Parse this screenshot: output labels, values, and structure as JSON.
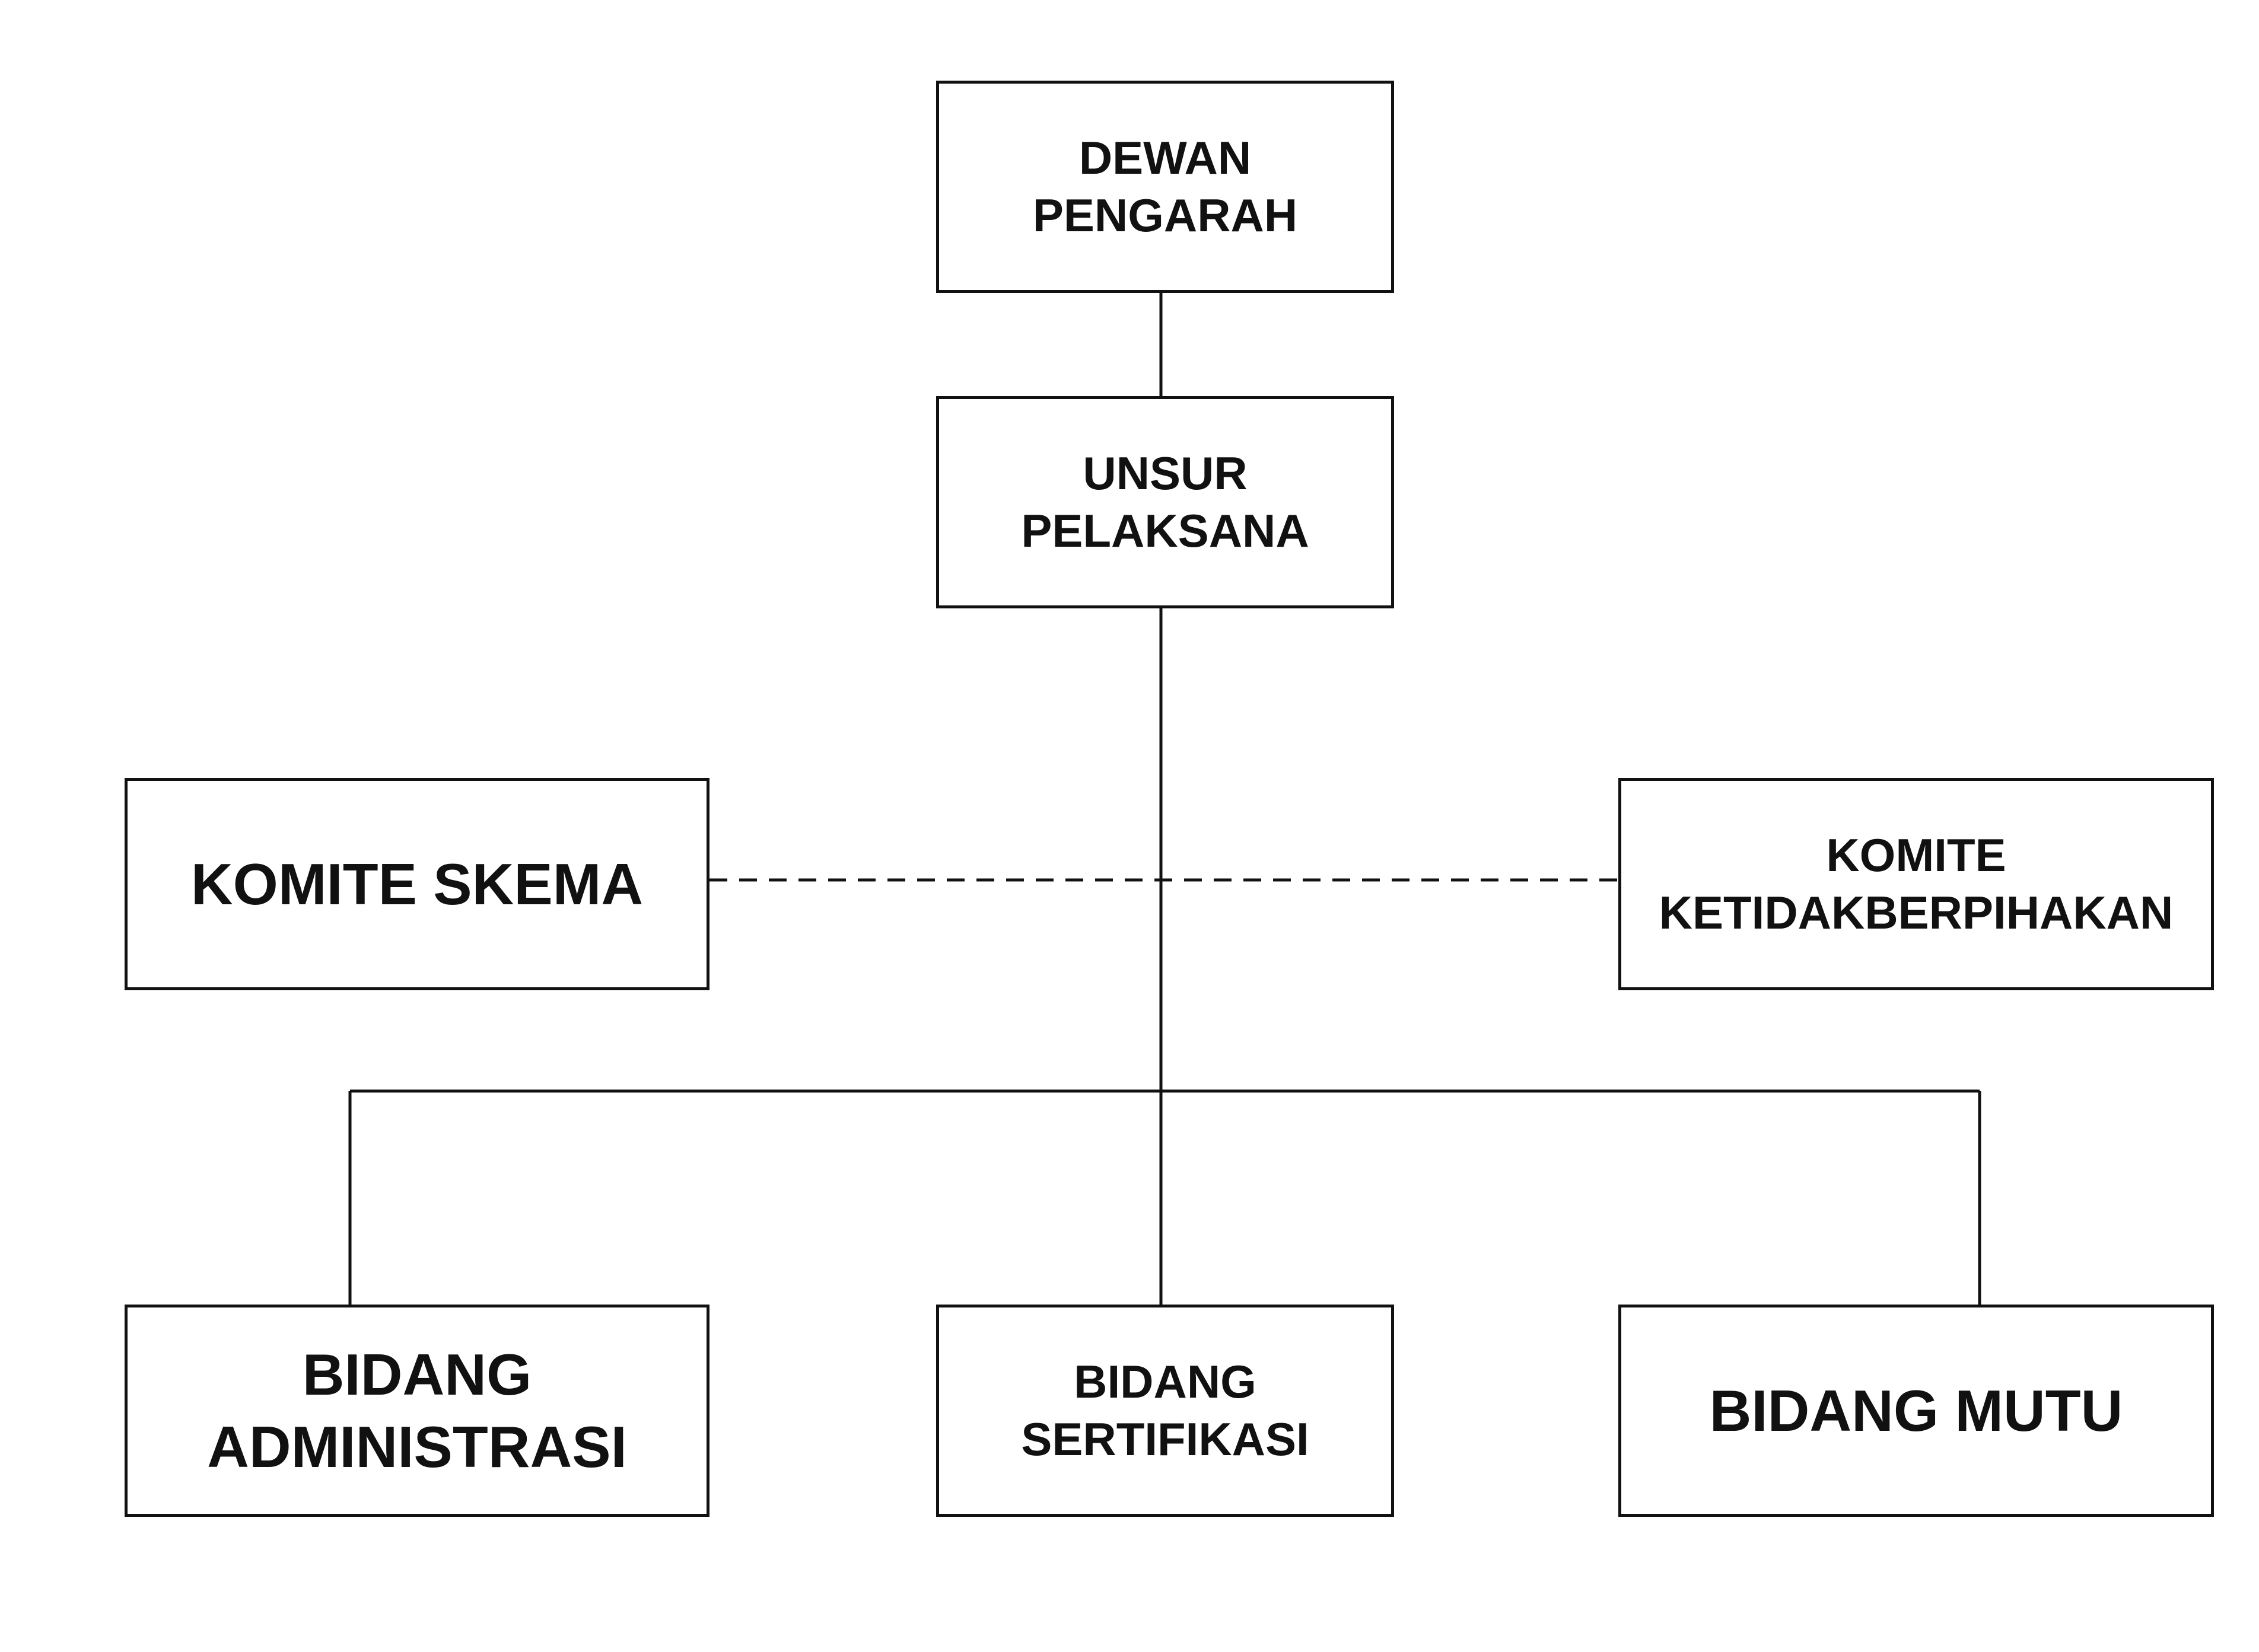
{
  "diagram": {
    "nodes": {
      "dewan_pengarah": "DEWAN\nPENGARAH",
      "unsur_pelaksana": "UNSUR\nPELAKSANA",
      "komite_skema": "KOMITE SKEMA",
      "komite_ketidakberpihakan": "KOMITE\nKETIDAKBERPIHAKAN",
      "bidang_administrasi": "BIDANG\nADMINISTRASI",
      "bidang_sertifikasi": "BIDANG\nSERTIFIKASI",
      "bidang_mutu": "BIDANG MUTU"
    },
    "edges": [
      {
        "from": "dewan_pengarah",
        "to": "unsur_pelaksana",
        "style": "solid"
      },
      {
        "from": "unsur_pelaksana",
        "to": "bidang_administrasi",
        "style": "solid"
      },
      {
        "from": "unsur_pelaksana",
        "to": "bidang_sertifikasi",
        "style": "solid"
      },
      {
        "from": "unsur_pelaksana",
        "to": "bidang_mutu",
        "style": "solid"
      },
      {
        "from": "komite_skema",
        "to": "komite_ketidakberpihakan",
        "style": "dashed"
      }
    ],
    "colors": {
      "line": "#111111",
      "text": "#111111",
      "background": "#ffffff"
    }
  }
}
